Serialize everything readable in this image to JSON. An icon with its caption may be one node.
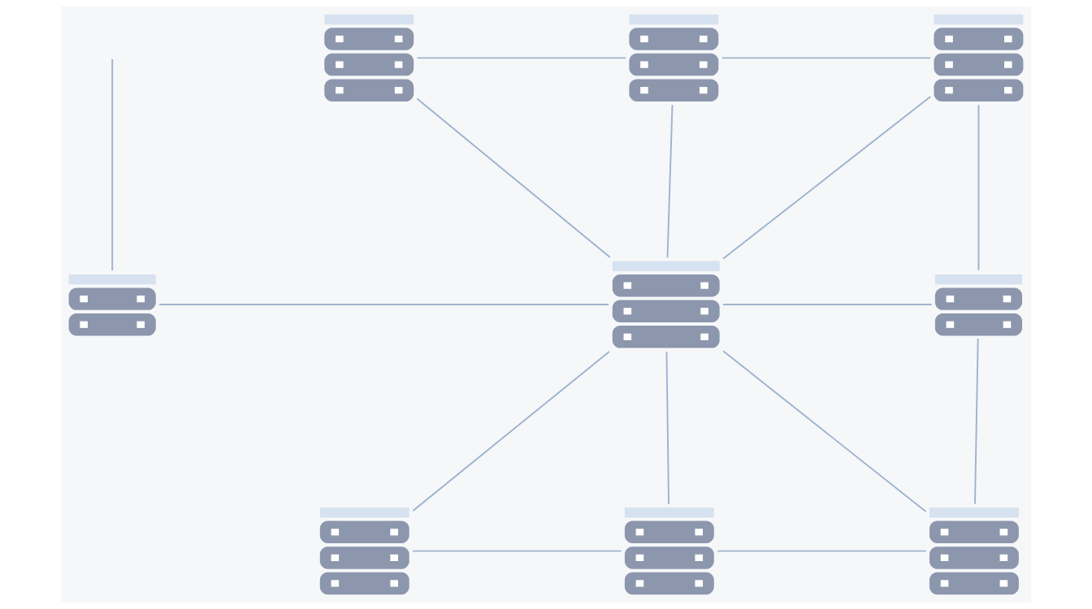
{
  "diagram": {
    "nodes": [
      {
        "text": [],
        "shape": "picture"
      },
      {
        "text": [],
        "shape": "picture"
      },
      {
        "text": [],
        "shape": "picture"
      },
      {
        "text": [],
        "shape": "picture"
      },
      {
        "text": [],
        "shape": "picture"
      },
      {
        "text": [],
        "shape": "picture"
      },
      {
        "text": [],
        "shape": "picture"
      },
      {
        "text": [],
        "shape": "picture"
      },
      {
        "text": [],
        "shape": "picture"
      }
    ],
    "edges": [
      {
        "from": 0,
        "to": 1,
        "arrow": "none"
      },
      {
        "from": 1,
        "to": 2,
        "arrow": "none"
      },
      {
        "from": 0,
        "to": 4,
        "arrow": "none"
      },
      {
        "from": 1,
        "to": 4,
        "arrow": "none"
      },
      {
        "from": 2,
        "to": 4,
        "arrow": "none"
      },
      {
        "from": null,
        "to": 3,
        "arrow": "none"
      },
      {
        "from": 3,
        "to": 4,
        "arrow": "none"
      },
      {
        "from": 4,
        "to": 5,
        "arrow": "none"
      },
      {
        "from": 2,
        "to": 5,
        "arrow": "none"
      },
      {
        "from": 4,
        "to": 6,
        "arrow": "none"
      },
      {
        "from": 4,
        "to": 7,
        "arrow": "none"
      },
      {
        "from": 4,
        "to": 8,
        "arrow": "none"
      },
      {
        "from": 5,
        "to": 8,
        "arrow": "none"
      },
      {
        "from": 6,
        "to": 7,
        "arrow": "none"
      },
      {
        "from": 7,
        "to": 8,
        "arrow": "none"
      }
    ]
  }
}
